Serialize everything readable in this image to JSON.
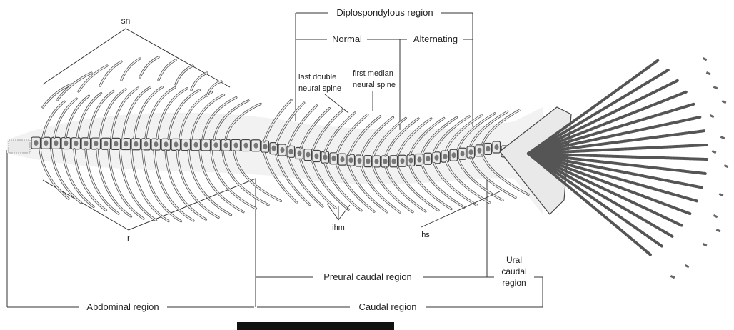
{
  "labels": {
    "sn": "sn",
    "r": "r",
    "diplospondylous": "Diplospondylous region",
    "normal": "Normal",
    "alternating": "Alternating",
    "last_double_1": "last double",
    "last_double_2": "neural spine",
    "first_median_1": "first median",
    "first_median_2": "neural spine",
    "ihm": "ihm",
    "hs": "hs",
    "preural": "Preural caudal region",
    "ural_1": "Ural",
    "ural_2": "caudal",
    "ural_3": "region",
    "abdominal": "Abdominal region",
    "caudal": "Caudal region"
  },
  "colors": {
    "bone": "#e9e9e9",
    "outline": "#444444",
    "scale_bar": "#111111"
  },
  "scale_bar": {}
}
